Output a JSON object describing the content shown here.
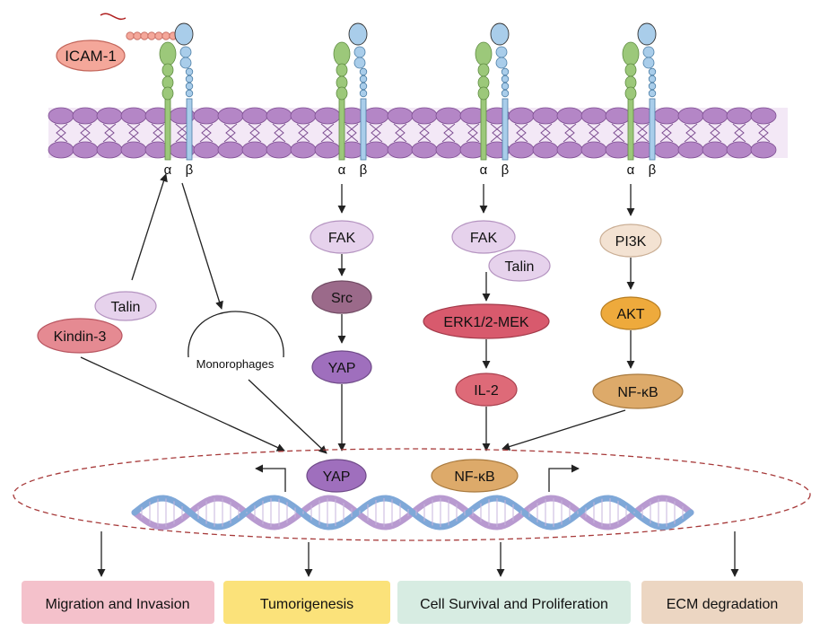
{
  "receptors": [
    {
      "alpha": "α",
      "beta": "β"
    },
    {
      "alpha": "α",
      "beta": "β"
    },
    {
      "alpha": "α",
      "beta": "β"
    },
    {
      "alpha": "α",
      "beta": "β"
    }
  ],
  "ligand": "ICAM-1",
  "left_branch": {
    "talin": "Talin",
    "kindin": "Kindin-3",
    "monophages": "Monorophages"
  },
  "pathway_src": [
    "FAK",
    "Src",
    "YAP"
  ],
  "pathway_erk": [
    "FAK",
    "Talin",
    "ERK1/2-MEK",
    "IL-2"
  ],
  "pathway_pi3k": [
    "PI3K",
    "AKT",
    "NF-κB"
  ],
  "nucleus": {
    "yap": "YAP",
    "nfkb": "NF-κB"
  },
  "outcomes": [
    {
      "label": "Migration and Invasion",
      "color": "#f4c1cb"
    },
    {
      "label": "Tumorigenesis",
      "color": "#fbe27a"
    },
    {
      "label": "Cell Survival and Proliferation",
      "color": "#d7ece2"
    },
    {
      "label": "ECM degradation",
      "color": "#ecd6c2"
    }
  ],
  "colors": {
    "alpha_chain": "#9cc87a",
    "beta_chain": "#a9cdea",
    "membrane": "#b486c6",
    "icam": "#f4a79a",
    "fak": "#e6d2ec",
    "src": "#9b6a8a",
    "yap": "#9f6fbd",
    "erk": "#d85a6d",
    "il2": "#de6a78",
    "pi3k": "#f3e2d2",
    "akt": "#eeaa3c",
    "nfkb": "#ddaa6a",
    "kindin": "#e58a92",
    "nucleus_border": "#a73a3a"
  }
}
